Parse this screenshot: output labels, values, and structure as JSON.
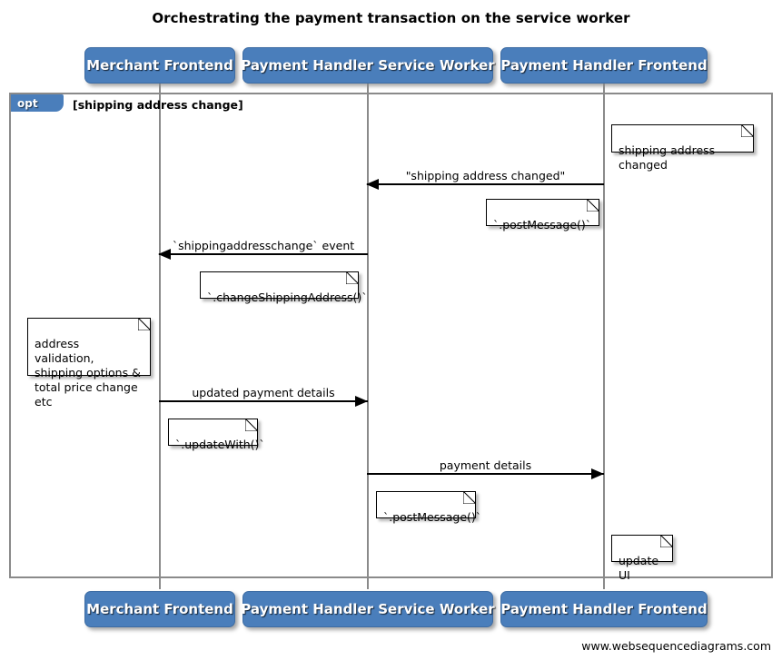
{
  "diagram": {
    "title": "Orchestrating the payment transaction on the service worker",
    "footer": "www.websequencediagrams.com",
    "accent_color": "#4a7ebb",
    "frame_color": "#8a8a8a",
    "line_color": "#000000"
  },
  "participants": [
    {
      "id": "merchant-frontend",
      "label": "Merchant Frontend"
    },
    {
      "id": "payment-handler-service-worker",
      "label": "Payment Handler Service Worker"
    },
    {
      "id": "payment-handler-frontend",
      "label": "Payment Handler Frontend"
    }
  ],
  "fragment": {
    "type": "opt",
    "label": "opt",
    "guard": "[shipping address change]"
  },
  "messages": [
    {
      "id": "shipping-address-changed",
      "label": "\"shipping address changed\"",
      "from": "payment-handler-frontend",
      "to": "payment-handler-service-worker",
      "direction": "left"
    },
    {
      "id": "shippingaddresschange-event",
      "label": "`shippingaddresschange` event",
      "from": "payment-handler-service-worker",
      "to": "merchant-frontend",
      "direction": "left"
    },
    {
      "id": "updated-payment-details",
      "label": "updated payment details",
      "from": "merchant-frontend",
      "to": "payment-handler-service-worker",
      "direction": "right"
    },
    {
      "id": "payment-details",
      "label": "payment details",
      "from": "payment-handler-service-worker",
      "to": "payment-handler-frontend",
      "direction": "right"
    }
  ],
  "notes": [
    {
      "id": "note-shipping-address-changed",
      "text": "shipping address changed",
      "over": "payment-handler-frontend"
    },
    {
      "id": "note-post-message-1",
      "text": "`.postMessage()`",
      "over": "payment-handler-frontend"
    },
    {
      "id": "note-change-shipping-address",
      "text": "`.changeShippingAddress()`",
      "over": "payment-handler-service-worker"
    },
    {
      "id": "note-address-validation",
      "text": "address validation,\nshipping options &\ntotal price change etc",
      "over": "merchant-frontend"
    },
    {
      "id": "note-update-with",
      "text": "`.updateWith()`",
      "over": "merchant-frontend"
    },
    {
      "id": "note-post-message-2",
      "text": "`.postMessage()`",
      "over": "payment-handler-service-worker"
    },
    {
      "id": "note-update-ui",
      "text": "update UI",
      "over": "payment-handler-frontend"
    }
  ]
}
